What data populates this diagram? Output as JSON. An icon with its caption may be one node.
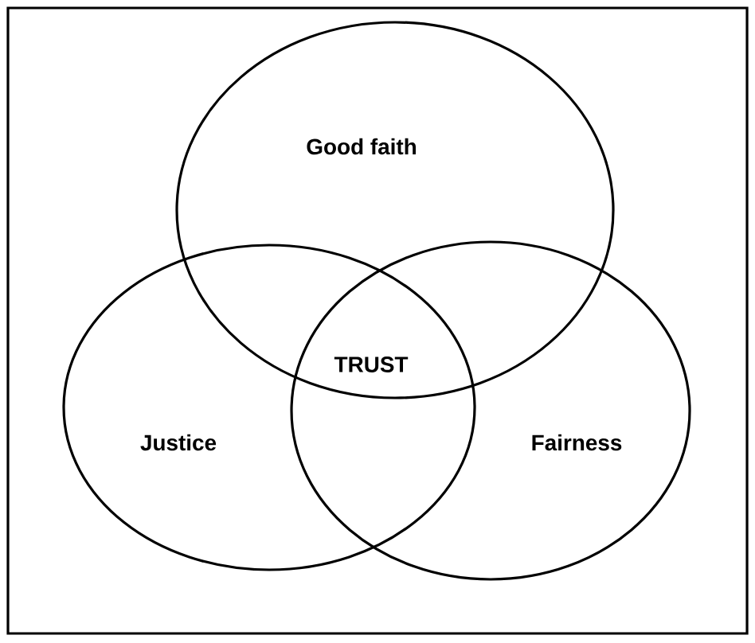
{
  "diagram": {
    "nodes": [
      {
        "text": [
          "Good faith"
        ]
      },
      {
        "text": [
          "Justice"
        ]
      },
      {
        "text": [
          "Fairness"
        ]
      }
    ],
    "labels": [
      "TRUST"
    ]
  }
}
